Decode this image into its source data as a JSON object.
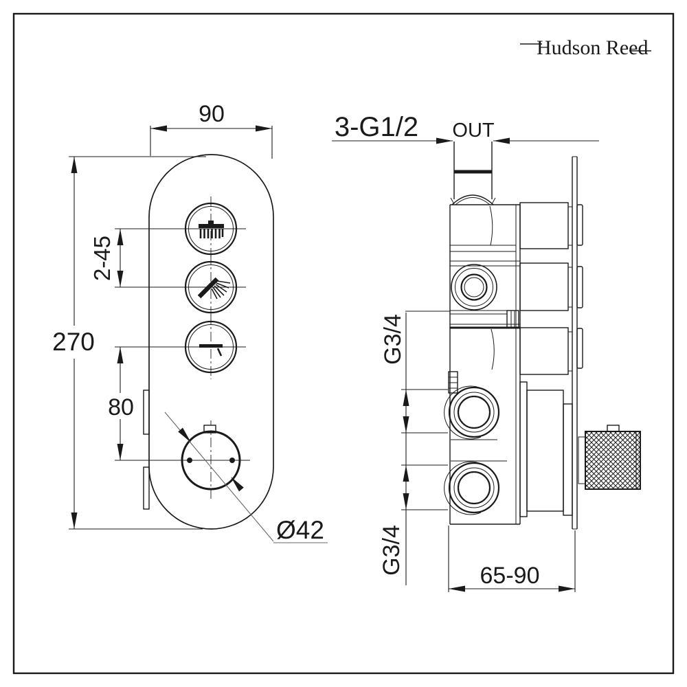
{
  "brand": {
    "logo": "Hudson Reed"
  },
  "front_view": {
    "dim_width": "90",
    "dim_height": "270",
    "dim_button_spacing": "2-45",
    "dim_dial_offset": "80",
    "dim_dial_diameter": "Ø42",
    "icons": {
      "button1": "rain-shower-icon",
      "button2": "hand-shower-icon",
      "button3": "bath-spout-icon",
      "dial": "temperature-dial"
    }
  },
  "side_view": {
    "dim_outlets": "3-G1/2",
    "outlet_direction": "OUT",
    "dim_inlet_top": "G3/4",
    "dim_inlet_bottom": "G3/4",
    "dim_depth": "65-90"
  },
  "colors": {
    "line": "#1a1a1a",
    "leader": "#666666",
    "background": "#ffffff"
  }
}
